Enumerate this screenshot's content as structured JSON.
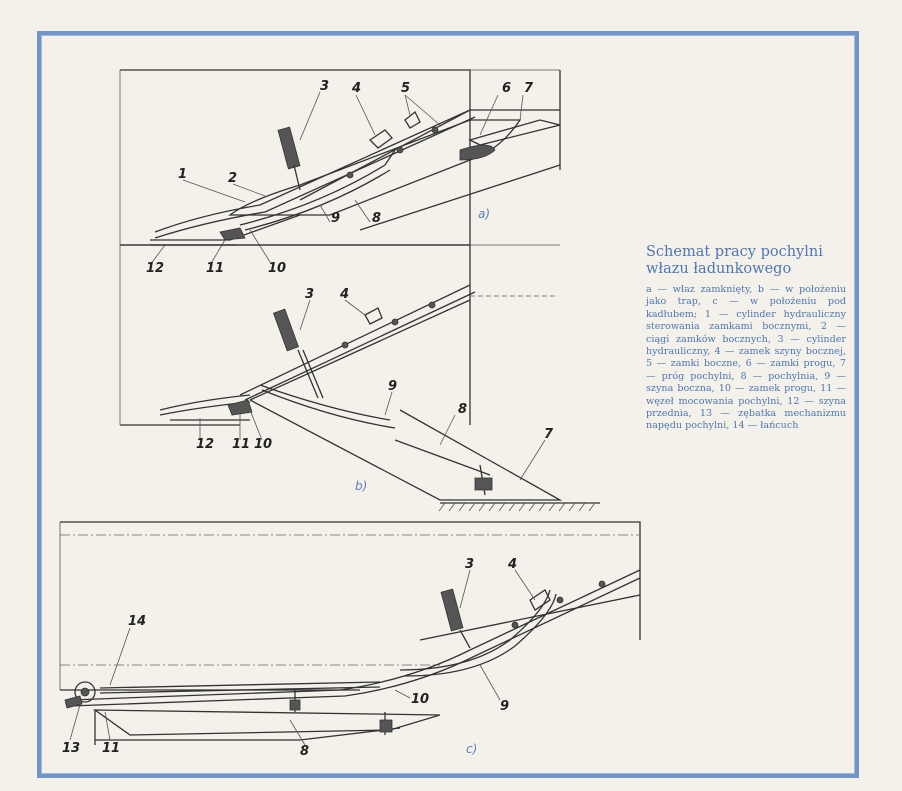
{
  "caption": {
    "title": "Schemat pracy pochylni włazu ładunkowego",
    "text": "a — właz zamknięty, b — w położeniu jako trap, c — w położeniu pod kadłubem; 1 — cylinder hydrauliczny sterowania zamkami bocznymi, 2 — ciągi zamków bocznych, 3 — cylinder hydrauliczny, 4 — zamek szyny bocznej, 5 — zamki boczne, 6 — zamki progu, 7 — próg pochylni, 8 — pochylnia, 9 — szyna boczna, 10 — zamek progu, 11 — węzeł mocowania pochylni, 12 — szyna przednia, 13 — zębatka mechanizmu napędu pochylni, 14 — łańcuch"
  },
  "views": {
    "a": {
      "sublabel": "a)",
      "labels": {
        "n1": "1",
        "n2": "2",
        "n3": "3",
        "n4": "4",
        "n5": "5",
        "n6": "6",
        "n7": "7",
        "n8": "8",
        "n9": "9",
        "n10": "10",
        "n11": "11",
        "n12": "12"
      }
    },
    "b": {
      "sublabel": "b)",
      "labels": {
        "n3": "3",
        "n4": "4",
        "n7": "7",
        "n8": "8",
        "n9": "9",
        "n10": "10",
        "n11": "11",
        "n12": "12"
      }
    },
    "c": {
      "sublabel": "c)",
      "labels": {
        "n3": "3",
        "n4": "4",
        "n8": "8",
        "n9": "9",
        "n10": "10",
        "n11": "11",
        "n13": "13",
        "n14": "14"
      }
    }
  },
  "colors": {
    "frame": "#6f95cc",
    "caption": "#4f76b3",
    "ink": "#333333",
    "paper": "#f3f1ea"
  }
}
